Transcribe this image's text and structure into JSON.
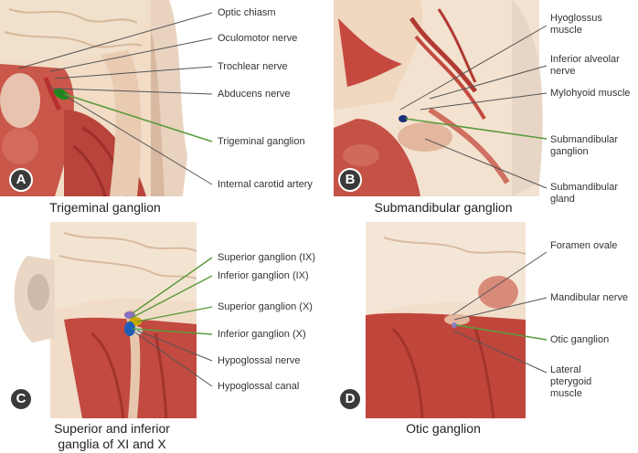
{
  "panels": [
    {
      "letter": "A",
      "caption": "Trigeminal ganglion",
      "labels": [
        "Optic chiasm",
        "Oculomotor nerve",
        "Trochlear nerve",
        "Abducens nerve",
        "Trigeminal ganglion",
        "Internal carotid artery"
      ]
    },
    {
      "letter": "B",
      "caption": "Submandibular ganglion",
      "labels": [
        "Hyoglossus muscle",
        "Inferior alveolar nerve",
        "Mylohyoid muscle",
        "Submandibular ganglion",
        "Submandibular gland"
      ]
    },
    {
      "letter": "C",
      "caption_lines": [
        "Superior and inferior",
        "ganglia of XI and X"
      ],
      "labels": [
        "Superior ganglion (IX)",
        "Inferior ganglion (IX)",
        "Superior ganglion (X)",
        "Inferior ganglion (X)",
        "Hypoglossal nerve",
        "Hypoglossal canal"
      ]
    },
    {
      "letter": "D",
      "caption": "Otic ganglion",
      "labels": [
        "Foramen ovale",
        "Mandibular nerve",
        "Otic ganglion",
        "Lateral pterygoid muscle"
      ]
    }
  ],
  "colors": {
    "ganglion_leader": "#5a9a3a",
    "structure_leader": "#555555",
    "ganglion_A": "#1a8c1a",
    "ganglion_B": "#1c2f7a",
    "ganglion_C_upper": "#c8a800",
    "ganglion_C_lower": "#1e5fb8",
    "ganglion_D": "#8a7fc0"
  }
}
